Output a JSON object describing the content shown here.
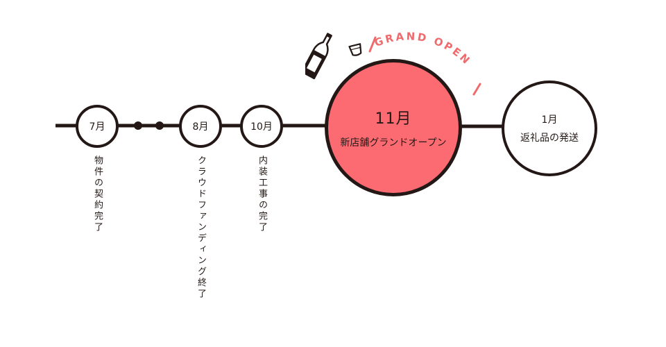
{
  "timeline": {
    "nodes": [
      {
        "id": "jul",
        "label": "7月",
        "caption": "物件の契約完了"
      },
      {
        "id": "aug",
        "label": "8月",
        "caption": "クラウドファンディング終了"
      },
      {
        "id": "oct",
        "label": "10月",
        "caption": "内装工事の完了"
      },
      {
        "id": "nov",
        "label": "11月",
        "sub": "新店舗グランドオープン"
      },
      {
        "id": "jan",
        "label": "1月",
        "sub": "返礼品の発送"
      }
    ],
    "banner": "GRAND OPEN",
    "icons": [
      "sake-bottle-icon",
      "sake-cup-icon"
    ]
  },
  "colors": {
    "ink": "#231815",
    "highlight_fill": "#fd6b72",
    "banner_text": "#f06a6d"
  }
}
